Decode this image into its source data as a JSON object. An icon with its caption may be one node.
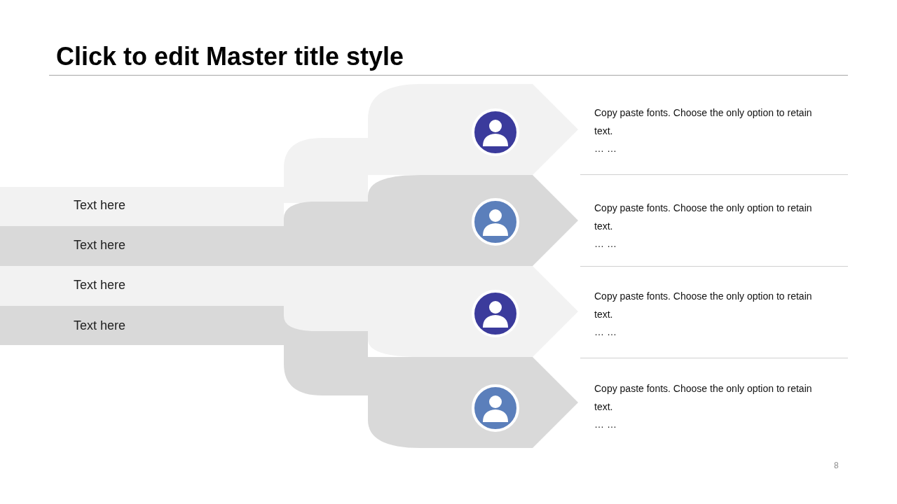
{
  "diagram": {
    "title": "Click to edit Master title style",
    "nodes": [
      {
        "text": [
          "Text here"
        ]
      },
      {
        "text": [
          "Text here"
        ]
      },
      {
        "text": [
          "Text here"
        ]
      },
      {
        "text": [
          "Text here"
        ]
      }
    ],
    "labels": [
      "Copy paste fonts. Choose the only option to retain text.",
      "… …",
      "Copy paste fonts. Choose the only option to retain text.",
      "… …",
      "Copy paste fonts. Choose the only option to retain text.",
      "… …",
      "Copy paste fonts. Choose the only option to retain text.",
      "… …",
      "8"
    ]
  }
}
